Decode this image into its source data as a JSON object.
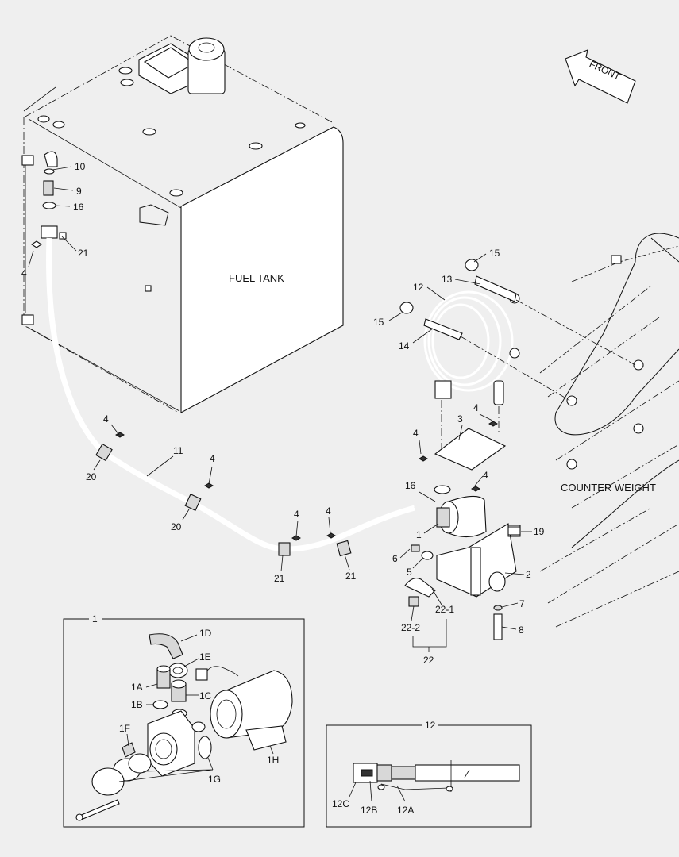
{
  "diagram": {
    "labels": {
      "fuel_tank": "FUEL TANK",
      "counter_weight": "COUNTER WEIGHT",
      "front": "FRONT"
    },
    "callouts": {
      "c10": "10",
      "c9": "9",
      "c16a": "16",
      "c21a": "21",
      "c4a": "4",
      "c15a": "15",
      "c13": "13",
      "c12": "12",
      "c15b": "15",
      "c14": "14",
      "c4b": "4",
      "c20a": "20",
      "c11": "11",
      "c4c": "4",
      "c20b": "20",
      "c4d": "4",
      "c4e": "4",
      "c21b": "21",
      "c21c": "21",
      "c3": "3",
      "c4f": "4",
      "c4g": "4",
      "c16b": "16",
      "c4h": "4",
      "c1": "1",
      "c19": "19",
      "c6": "6",
      "c5": "5",
      "c2": "2",
      "c22_1": "22-1",
      "c22_2": "22-2",
      "c22": "22",
      "c7": "7",
      "c8": "8"
    },
    "inset_pump": {
      "title": "1",
      "callouts": {
        "c1D": "1D",
        "c1E": "1E",
        "c1A": "1A",
        "c1C": "1C",
        "c1B": "1B",
        "c1F": "1F",
        "c1G": "1G",
        "c1H": "1H"
      }
    },
    "inset_hose": {
      "title": "12",
      "callouts": {
        "c12C": "12C",
        "c12B": "12B",
        "c12A": "12A"
      }
    }
  }
}
